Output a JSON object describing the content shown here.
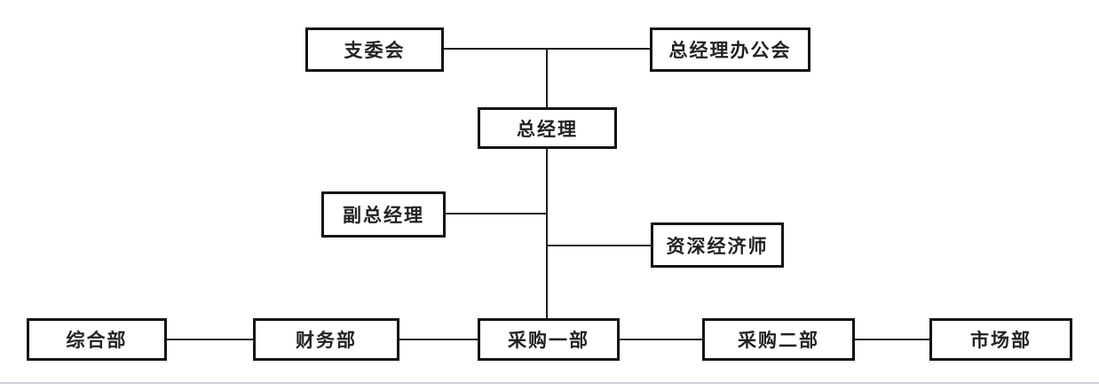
{
  "diagram": {
    "type": "org-chart",
    "colors": {
      "background": "#ffffff",
      "box_border": "#141414",
      "box_fill": "#ffffff",
      "text": "#222222",
      "connector": "#1f1f1f",
      "bottom_divider": "#cad0d8"
    },
    "nodes": [
      {
        "id": "branch-committee",
        "label": "支委会"
      },
      {
        "id": "gm-office-meeting",
        "label": "总经理办公会"
      },
      {
        "id": "general-manager",
        "label": "总经理"
      },
      {
        "id": "deputy-general-manager",
        "label": "副总经理"
      },
      {
        "id": "senior-economist",
        "label": "资深经济师"
      },
      {
        "id": "general-affairs-dept",
        "label": "综合部"
      },
      {
        "id": "finance-dept",
        "label": "财务部"
      },
      {
        "id": "procurement-dept-1",
        "label": "采购一部"
      },
      {
        "id": "procurement-dept-2",
        "label": "采购二部"
      },
      {
        "id": "marketing-dept",
        "label": "市场部"
      }
    ],
    "edges": [
      {
        "from": "支委会",
        "to": "总经理",
        "via": "top horizontal + trunk"
      },
      {
        "from": "总经理办公会",
        "to": "总经理",
        "via": "top horizontal + trunk"
      },
      {
        "from": "总经理",
        "to": "副总经理",
        "via": "left branch"
      },
      {
        "from": "总经理",
        "to": "资深经济师",
        "via": "right branch"
      },
      {
        "from": "总经理",
        "to": "采购一部",
        "via": "trunk"
      },
      {
        "from": "综合部",
        "to": "财务部",
        "via": "bottom row link"
      },
      {
        "from": "财务部",
        "to": "采购一部",
        "via": "bottom row link"
      },
      {
        "from": "采购一部",
        "to": "采购二部",
        "via": "bottom row link"
      },
      {
        "from": "采购二部",
        "to": "市场部",
        "via": "bottom row link"
      }
    ]
  }
}
